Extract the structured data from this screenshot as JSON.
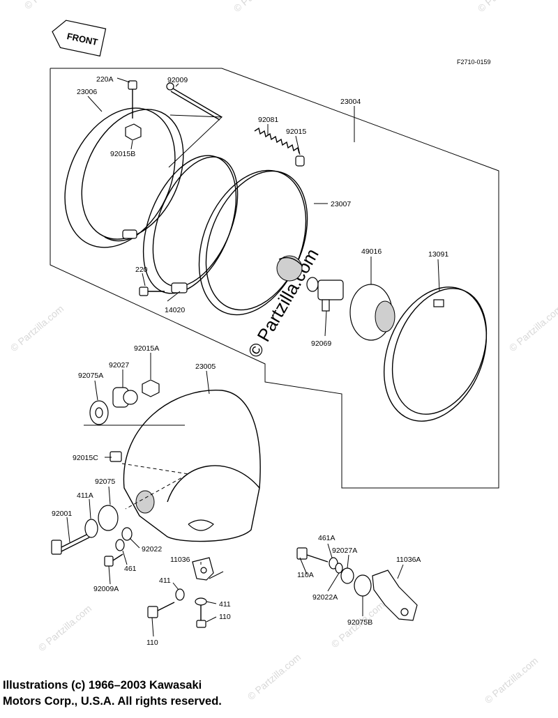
{
  "figure_code": "F2710-0159",
  "front_badge": "FRONT",
  "watermark": "© Partzilla.com",
  "copyright": {
    "line1": "Illustrations (c) 1966–2003 Kawasaki",
    "line2": "Motors Corp., U.S.A.  All rights reserved."
  },
  "callouts": {
    "c220A": "220A",
    "c92009": "92009",
    "c23006": "23006",
    "c92081": "92081",
    "c92015": "92015",
    "c23004": "23004",
    "c92015B": "92015B",
    "c23007": "23007",
    "c49016": "49016",
    "c13091": "13091",
    "c220": "220",
    "c14020": "14020",
    "c92069": "92069",
    "c92015A": "92015A",
    "c92027": "92027",
    "c92075A": "92075A",
    "c23005": "23005",
    "c92015C": "92015C",
    "c92075": "92075",
    "c411A": "411A",
    "c92001": "92001",
    "c92022": "92022",
    "c461": "461",
    "c11036": "11036",
    "c92009A": "92009A",
    "c411a": "411",
    "c411b": "411",
    "c110a": "110",
    "c110b": "110",
    "c461A": "461A",
    "c92027A": "92027A",
    "c11036A": "11036A",
    "c110A": "110A",
    "c92022A": "92022A",
    "c92075B": "92075B"
  }
}
